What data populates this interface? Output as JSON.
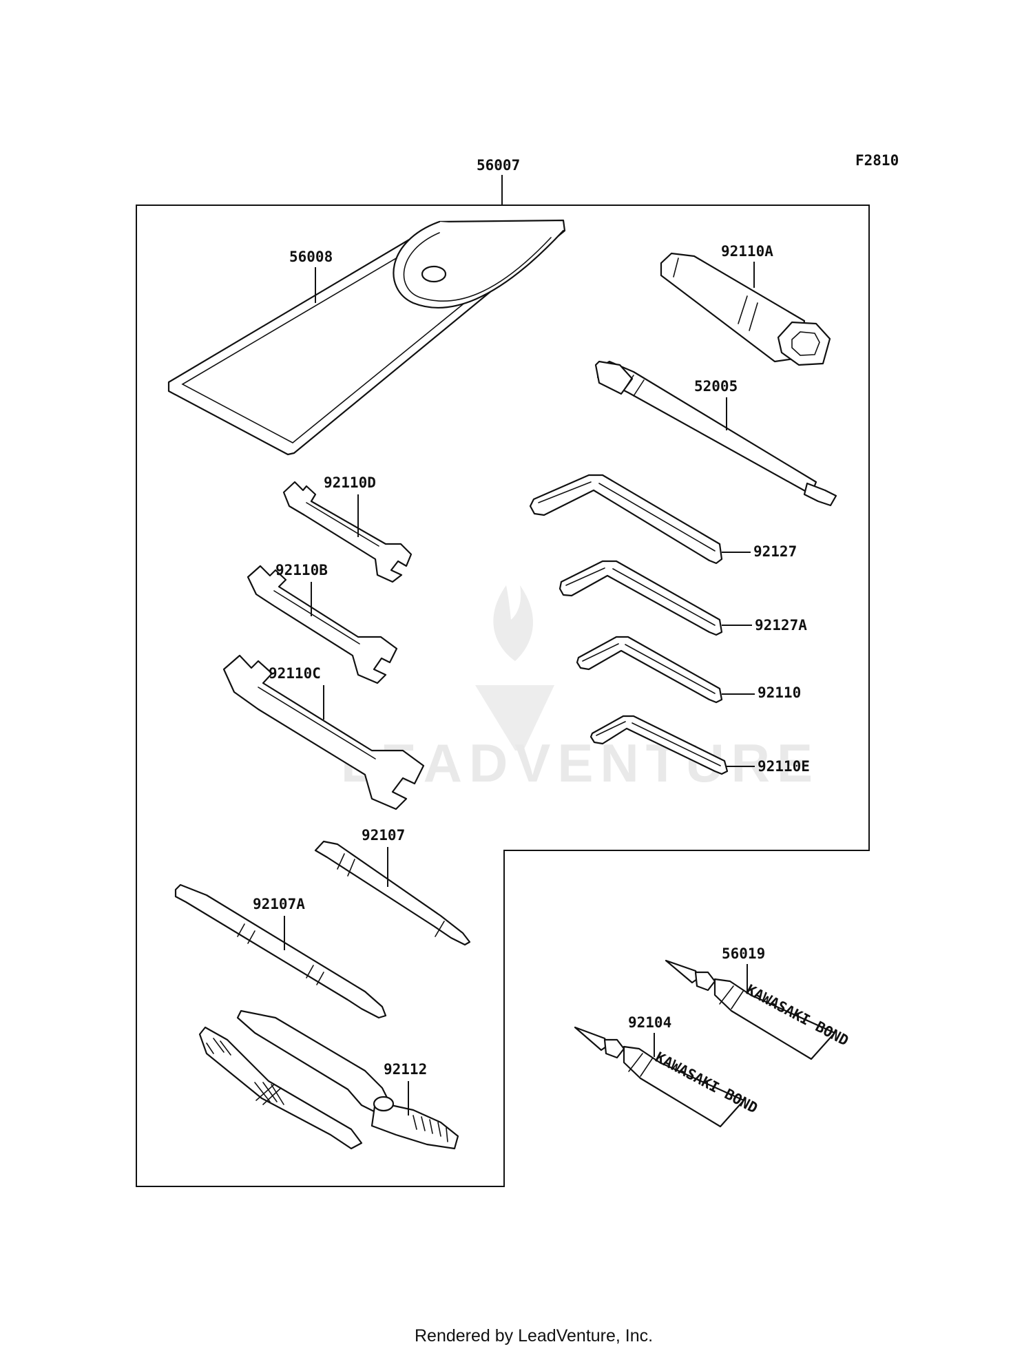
{
  "figure_code": "F2810",
  "footer": "Rendered by LeadVenture, Inc.",
  "watermark": "LEADVENTURE",
  "tube_print": "KAWASAKI BOND",
  "parts": {
    "kit": "56007",
    "pouch": "56008",
    "plug_wrench": "92110A",
    "handle": "52005",
    "wrench_d": "92110D",
    "wrench_b": "92110B",
    "wrench_c": "92110C",
    "hex_a": "92127",
    "hex_b": "92127A",
    "hex_c": "92110",
    "hex_d": "92110E",
    "driver_a": "92107",
    "driver_b": "92107A",
    "pliers": "92112",
    "bond_a": "56019",
    "bond_b": "92104"
  }
}
